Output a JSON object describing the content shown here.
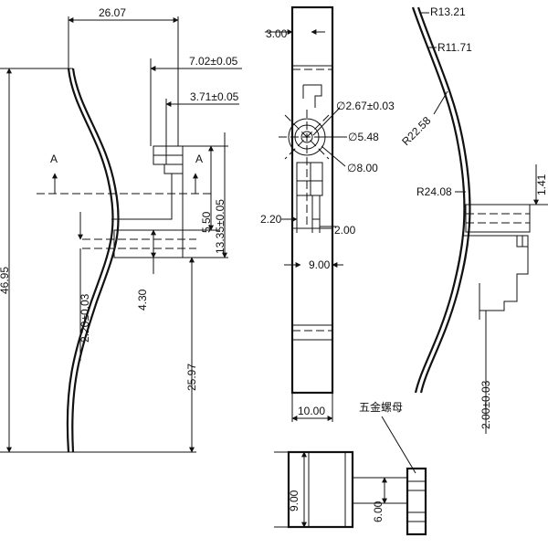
{
  "front_view": {
    "top_width": "26.07",
    "dim_702": "7.02±0.05",
    "dim_371": "3.71±0.05",
    "section_a": "A",
    "height_total": "46.95",
    "dim_550": "5.50",
    "dim_1335": "13.35±0.05",
    "dim_220": "2.20±0.03",
    "dim_430": "4.30",
    "dim_2597": "25.97"
  },
  "side_view": {
    "dim_300": "3.00",
    "dia_267": "∅2.67±0.03",
    "dia_548": "∅5.48",
    "dia_800": "∅8.00",
    "dim_220": "2.20",
    "dim_200": "2.00",
    "dim_900": "9.00",
    "dim_1000": "10.00"
  },
  "right_view": {
    "r1321": "R13.21",
    "r1171": "R11.71",
    "r2258": "R22.58",
    "r2408": "R24.08",
    "dim_141": "1.41",
    "dim_200": "2.00±0.03"
  },
  "nut_view": {
    "label": "五金螺母",
    "dim_900": "9.00",
    "dim_600": "6.00"
  }
}
